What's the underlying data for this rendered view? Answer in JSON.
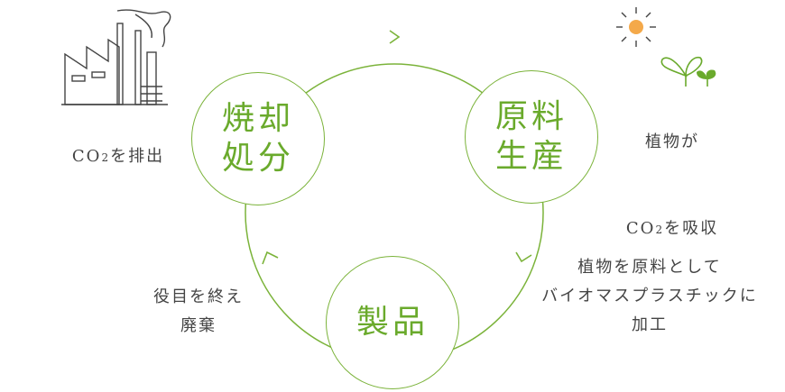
{
  "nodes": {
    "incineration": "焼却\n処分",
    "raw_material": "原料\n生産",
    "product": "製品"
  },
  "notes": {
    "emit": {
      "co": "CO",
      "sub": "2",
      "rest": "を排出"
    },
    "absorb_line1": "植物が",
    "absorb_line2": {
      "co": "CO",
      "sub": "2",
      "rest": "を吸収"
    },
    "processing": "植物を原料として\nバイオマスプラスチックに\n加工",
    "disposal": "役目を終え\n廃棄"
  },
  "icons": [
    "factory-icon",
    "sun-icon",
    "sprout-icon"
  ],
  "colors": {
    "accent": "#6aaa2c",
    "sun": "#f4a94a",
    "line": "#7bb33a",
    "text": "#444444"
  }
}
